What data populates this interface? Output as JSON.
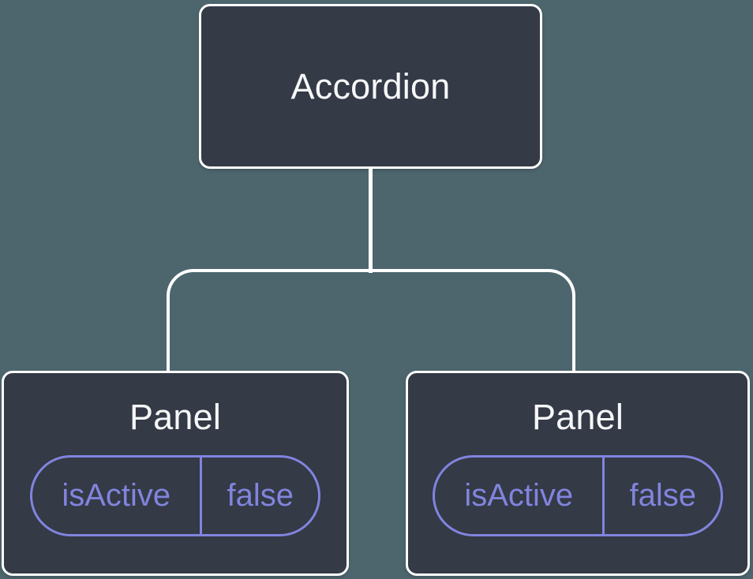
{
  "diagram": {
    "root": {
      "label": "Accordion"
    },
    "children": [
      {
        "label": "Panel",
        "state": {
          "key": "isActive",
          "value": "false"
        }
      },
      {
        "label": "Panel",
        "state": {
          "key": "isActive",
          "value": "false"
        }
      }
    ]
  },
  "colors": {
    "background": "#4D666E",
    "node_fill": "#343A46",
    "node_border": "#FFFFFF",
    "node_text": "#F6F7F9",
    "connector": "#FFFFFF",
    "accent": "#8184DE"
  }
}
